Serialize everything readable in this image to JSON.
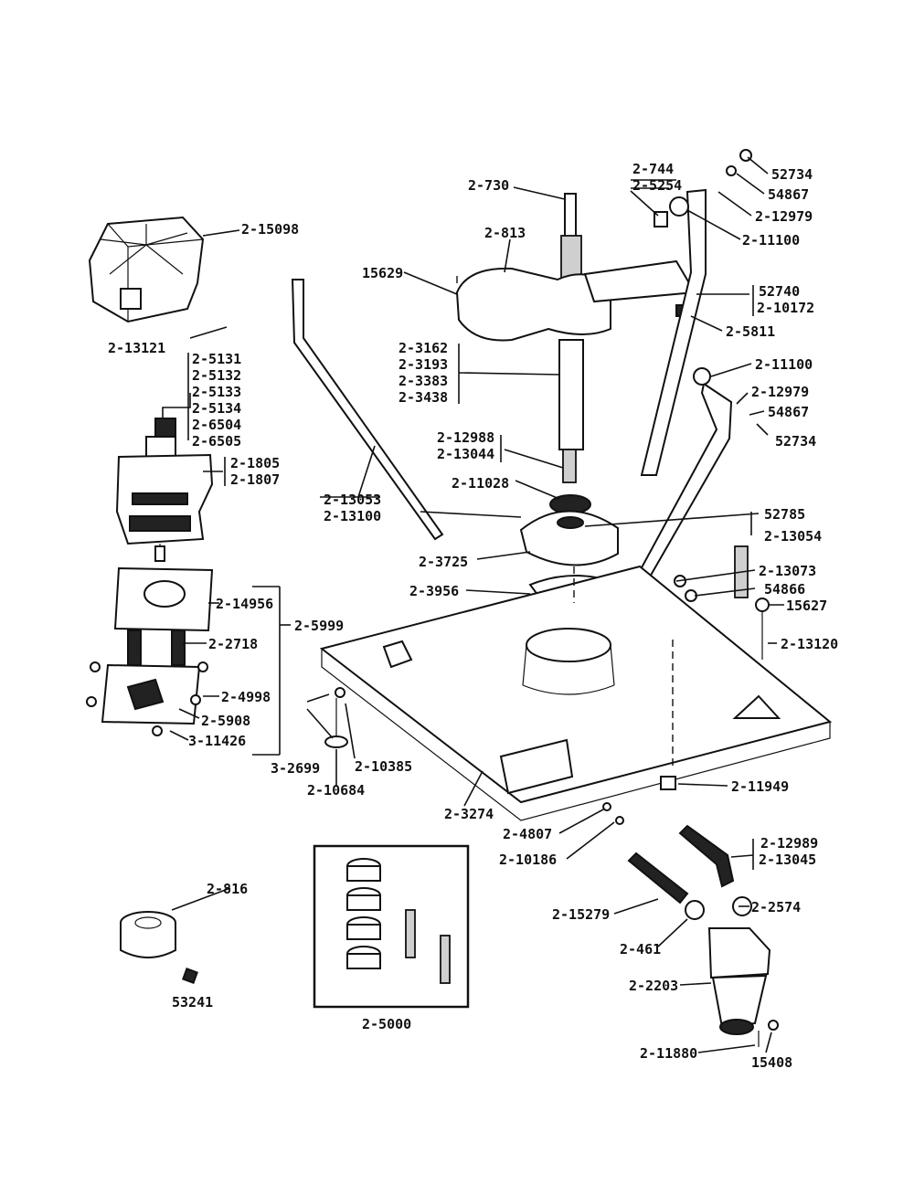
{
  "colors": {
    "ink": "#111111",
    "paper": "#ffffff"
  },
  "labels": {
    "p2_730": "2-730",
    "p2_744": "2-744",
    "p2_5254": "2-5254",
    "p52734_a": "52734",
    "p54867_a": "54867",
    "p2_12979_a": "2-12979",
    "p2_11100_a": "2-11100",
    "p2_813": "2-813",
    "p15629": "15629",
    "p52740": "52740",
    "p2_10172": "2-10172",
    "p2_5811": "2-5811",
    "p2_15098": "2-15098",
    "p2_13121": "2-13121",
    "p2_5131": "2-5131",
    "p2_5132": "2-5132",
    "p2_5133": "2-5133",
    "p2_5134": "2-5134",
    "p2_6504": "2-6504",
    "p2_6505": "2-6505",
    "p2_3162": "2-3162",
    "p2_3193": "2-3193",
    "p2_3383": "2-3383",
    "p2_3438": "2-3438",
    "p2_11100_b": "2-11100",
    "p2_12979_b": "2-12979",
    "p54867_b": "54867",
    "p52734_b": "52734",
    "p2_1805": "2-1805",
    "p2_1807": "2-1807",
    "p2_12988": "2-12988",
    "p2_13044": "2-13044",
    "p2_11028": "2-11028",
    "p2_13053": "2-13053",
    "p2_13100": "2-13100",
    "p52785": "52785",
    "p2_13054": "2-13054",
    "p2_3725": "2-3725",
    "p2_13073": "2-13073",
    "p2_3956": "2-3956",
    "p54866": "54866",
    "p15627": "15627",
    "p2_14956": "2-14956",
    "p2_5999": "2-5999",
    "p2_13120": "2-13120",
    "p2_2718": "2-2718",
    "p2_4998": "2-4998",
    "p2_5908": "2-5908",
    "p3_11426": "3-11426",
    "p3_2699": "3-2699",
    "p2_10385": "2-10385",
    "p2_10684": "2-10684",
    "p2_11949": "2-11949",
    "p2_3274": "2-3274",
    "p2_4807": "2-4807",
    "p2_10186": "2-10186",
    "p2_12989": "2-12989",
    "p2_13045": "2-13045",
    "p2_816": "2-816",
    "p2_15279": "2-15279",
    "p2_2574": "2-2574",
    "p2_461": "2-461",
    "p53241": "53241",
    "p2_5000": "2-5000",
    "p2_2203": "2-2203",
    "p2_11880": "2-11880",
    "p15408": "15408"
  }
}
